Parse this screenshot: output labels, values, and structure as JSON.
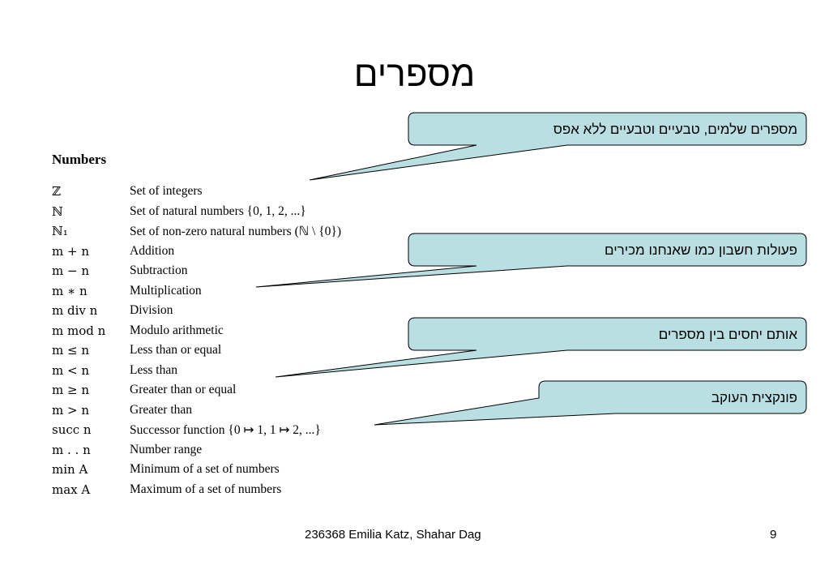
{
  "slide": {
    "title": "מספרים",
    "section_heading": "Numbers",
    "rows": [
      {
        "symbol": "ℤ",
        "description": "Set of integers"
      },
      {
        "symbol": "ℕ",
        "description": "Set of natural numbers {0, 1, 2, ...}"
      },
      {
        "symbol": "ℕ₁",
        "description": "Set of non-zero natural numbers (ℕ \\ {0})"
      },
      {
        "symbol": "m + n",
        "description": "Addition"
      },
      {
        "symbol": "m − n",
        "description": "Subtraction"
      },
      {
        "symbol": "m ∗ n",
        "description": "Multiplication"
      },
      {
        "symbol": "m div n",
        "description": "Division"
      },
      {
        "symbol": "m mod n",
        "description": "Modulo arithmetic"
      },
      {
        "symbol": "m ≤ n",
        "description": "Less than or equal"
      },
      {
        "symbol": "m < n",
        "description": "Less than"
      },
      {
        "symbol": "m ≥ n",
        "description": "Greater than or equal"
      },
      {
        "symbol": "m > n",
        "description": "Greater than"
      },
      {
        "symbol": "succ n",
        "description": "Successor function {0 ↦ 1, 1 ↦ 2, ...}"
      },
      {
        "symbol": "m . . n",
        "description": "Number range"
      },
      {
        "symbol": "min A",
        "description": "Minimum of a set of numbers"
      },
      {
        "symbol": "max A",
        "description": "Maximum of a set of numbers"
      }
    ],
    "callouts": [
      {
        "text": "מספרים שלמים, טבעיים וטבעיים ללא אפס"
      },
      {
        "text": "פעולות חשבון כמו שאנחנו מכירים"
      },
      {
        "text": "אותם יחסים בין מספרים"
      },
      {
        "text": "פונקצית העוקב"
      }
    ],
    "footer": {
      "credit": "236368 Emilia Katz, Shahar Dag",
      "page_number": "9"
    },
    "colors": {
      "callout_fill": "#b9dfe3",
      "callout_stroke": "#000000"
    }
  }
}
